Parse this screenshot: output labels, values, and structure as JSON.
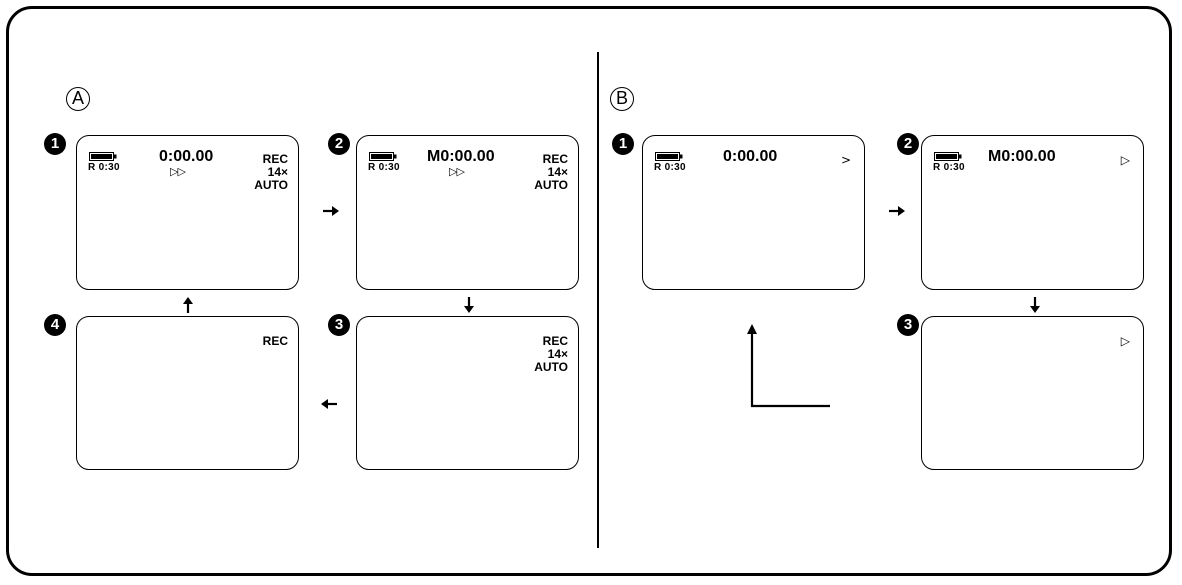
{
  "diagram": {
    "section_a_label": "A",
    "section_b_label": "B",
    "a": {
      "step1": {
        "number": "1",
        "remaining": "R 0:30",
        "counter": "0:00.00",
        "indicator": "▷▷",
        "mode": "REC",
        "zoom": "14×",
        "focus": "AUTO"
      },
      "step2": {
        "number": "2",
        "remaining": "R 0:30",
        "counter": "M0:00.00",
        "indicator": "▷▷",
        "mode": "REC",
        "zoom": "14×",
        "focus": "AUTO"
      },
      "step3": {
        "number": "3",
        "mode": "REC",
        "zoom": "14×",
        "focus": "AUTO"
      },
      "step4": {
        "number": "4",
        "mode": "REC"
      }
    },
    "b": {
      "step1": {
        "number": "1",
        "remaining": "R 0:30",
        "counter": "0:00.00",
        "indicator": ">"
      },
      "step2": {
        "number": "2",
        "remaining": "R 0:30",
        "counter": "M0:00.00",
        "indicator": "▷"
      },
      "step3": {
        "number": "3",
        "indicator": "▷"
      }
    }
  }
}
